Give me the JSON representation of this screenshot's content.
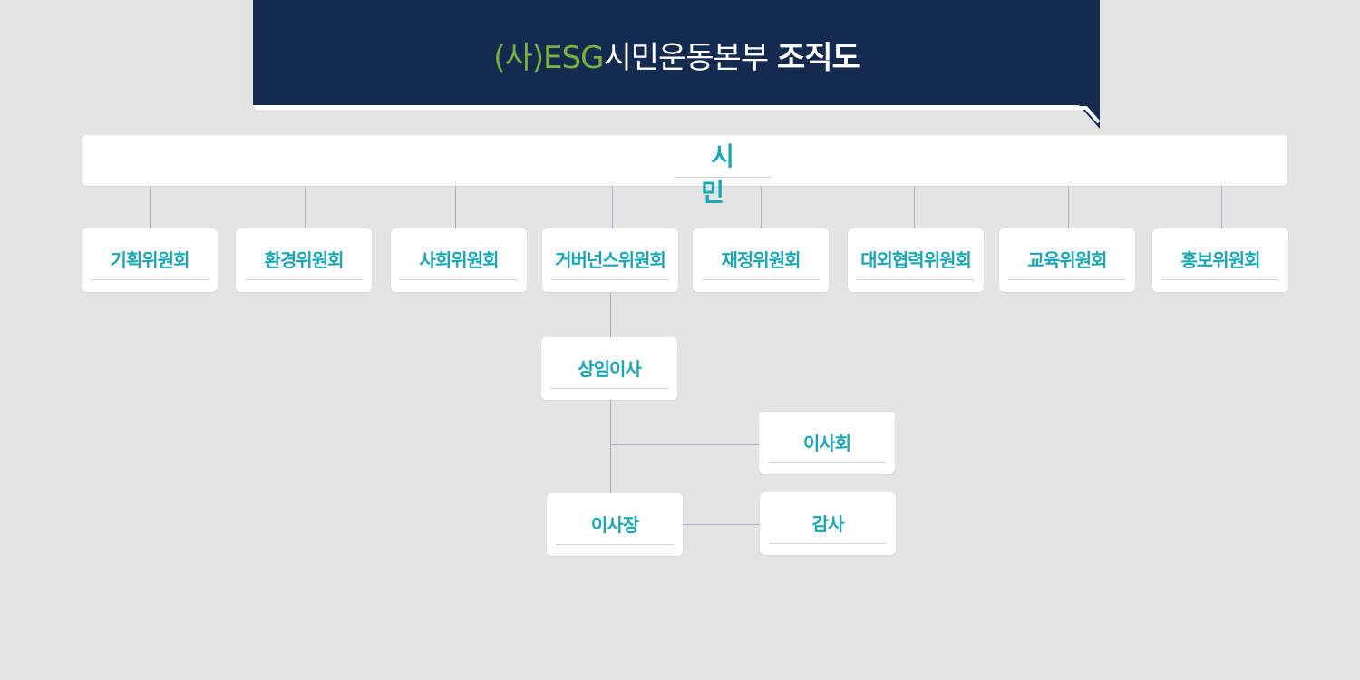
{
  "header": {
    "org_name": "(사)ESG",
    "title_part": "시민운동본부",
    "title_bold": "조직도"
  },
  "top": {
    "label": "시민"
  },
  "committees": [
    "기획위원회",
    "환경위원회",
    "사회위원회",
    "거버넌스위원회",
    "재정위원회",
    "대외협력위원회",
    "교육위원회",
    "홍보위원회"
  ],
  "executive": {
    "label": "상임이사"
  },
  "board": {
    "label": "이사회"
  },
  "chairman": {
    "label": "이사장"
  },
  "auditor": {
    "label": "감사"
  },
  "colors": {
    "banner_bg": "#142a4e",
    "org_green": "#77b043",
    "label_teal": "#1aa6b4",
    "background": "#e4e4e4",
    "connector": "#a9b2c0"
  }
}
